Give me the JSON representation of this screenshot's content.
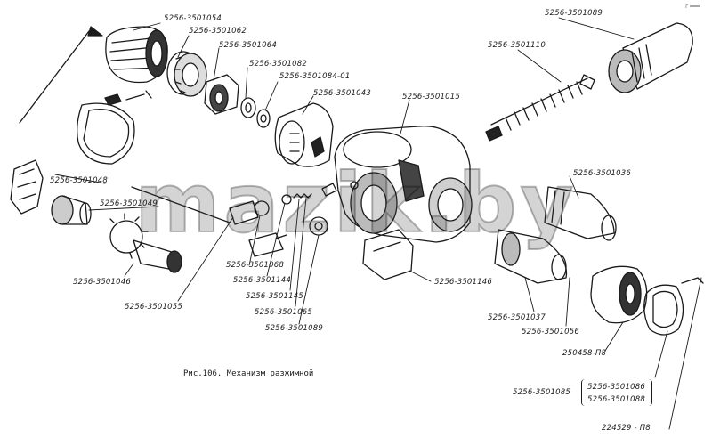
{
  "figure": {
    "caption": "Рис.106. Механизм разжимной",
    "watermark": "mazik.by",
    "corner_mark": "г ═══"
  },
  "parts": {
    "p1054": "5256-3501054",
    "p1062": "5256-3501062",
    "p1064": "5256-3501064",
    "p1082": "5256-3501082",
    "p1084": "5256-3501084-01",
    "p1043": "5256-3501043",
    "p1015": "5256-3501015",
    "p1110": "5256-3501110",
    "p1089_top": "5256-3501089",
    "p1048": "5256-3501048",
    "p1049": "5256-3501049",
    "p1046": "5256-3501046",
    "p1055": "5256-3501055",
    "p1068": "5256-3501068",
    "p1144": "5256-3501144",
    "p1145": "5256-3501145",
    "p1065": "5256-3501065",
    "p1089_bottom": "5256-3501089",
    "p1146": "5256-3501146",
    "p1036": "5256-3501036",
    "p1037": "5256-3501037",
    "p1056": "5256-3501056",
    "p250458": "250458-П8",
    "p1085": "5256-3501085",
    "p1086": "5256-3501086",
    "p1088": "5256-3501088",
    "p224529": "224529 - П8"
  }
}
